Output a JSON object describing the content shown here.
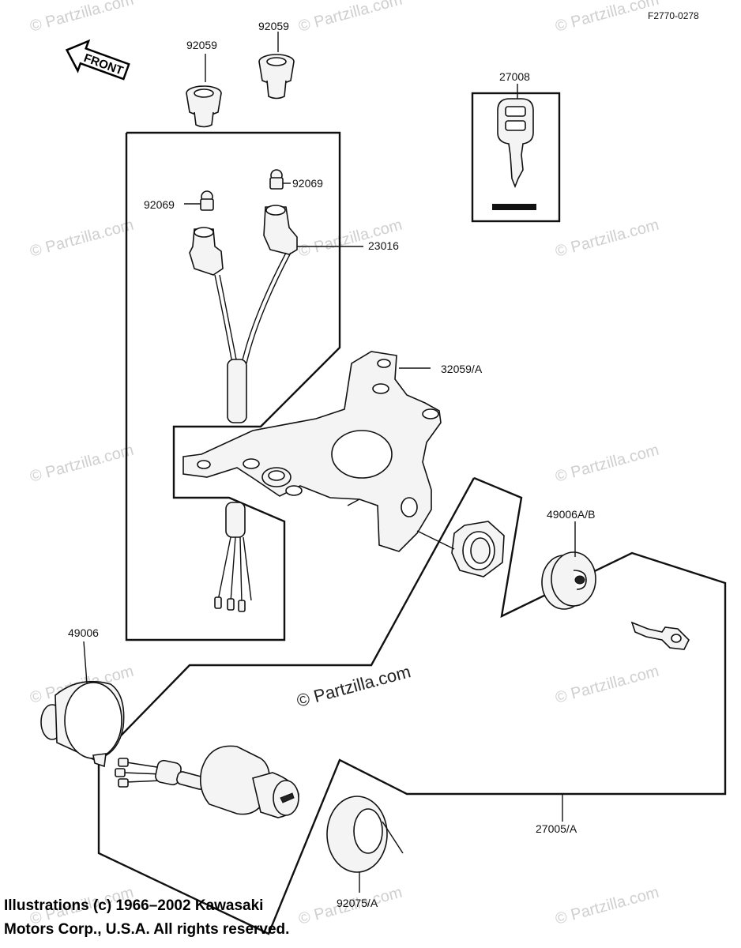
{
  "diagram": {
    "figure_code": "F2770-0278",
    "front_label": "FRONT",
    "copyright_line1": "Illustrations (c) 1966–2002 Kawasaki",
    "copyright_line2": "Motors Corp., U.S.A.  All rights reserved.",
    "watermark": "© Partzilla.com",
    "parts": {
      "p92059a": "92059",
      "p92059b": "92059",
      "p27008": "27008",
      "p92069a": "92069",
      "p92069b": "92069",
      "p23016": "23016",
      "p32059": "32059/A",
      "p49006ab": "49006A/B",
      "p49006": "49006",
      "p27005": "27005/A",
      "p92075": "92075/A"
    }
  }
}
